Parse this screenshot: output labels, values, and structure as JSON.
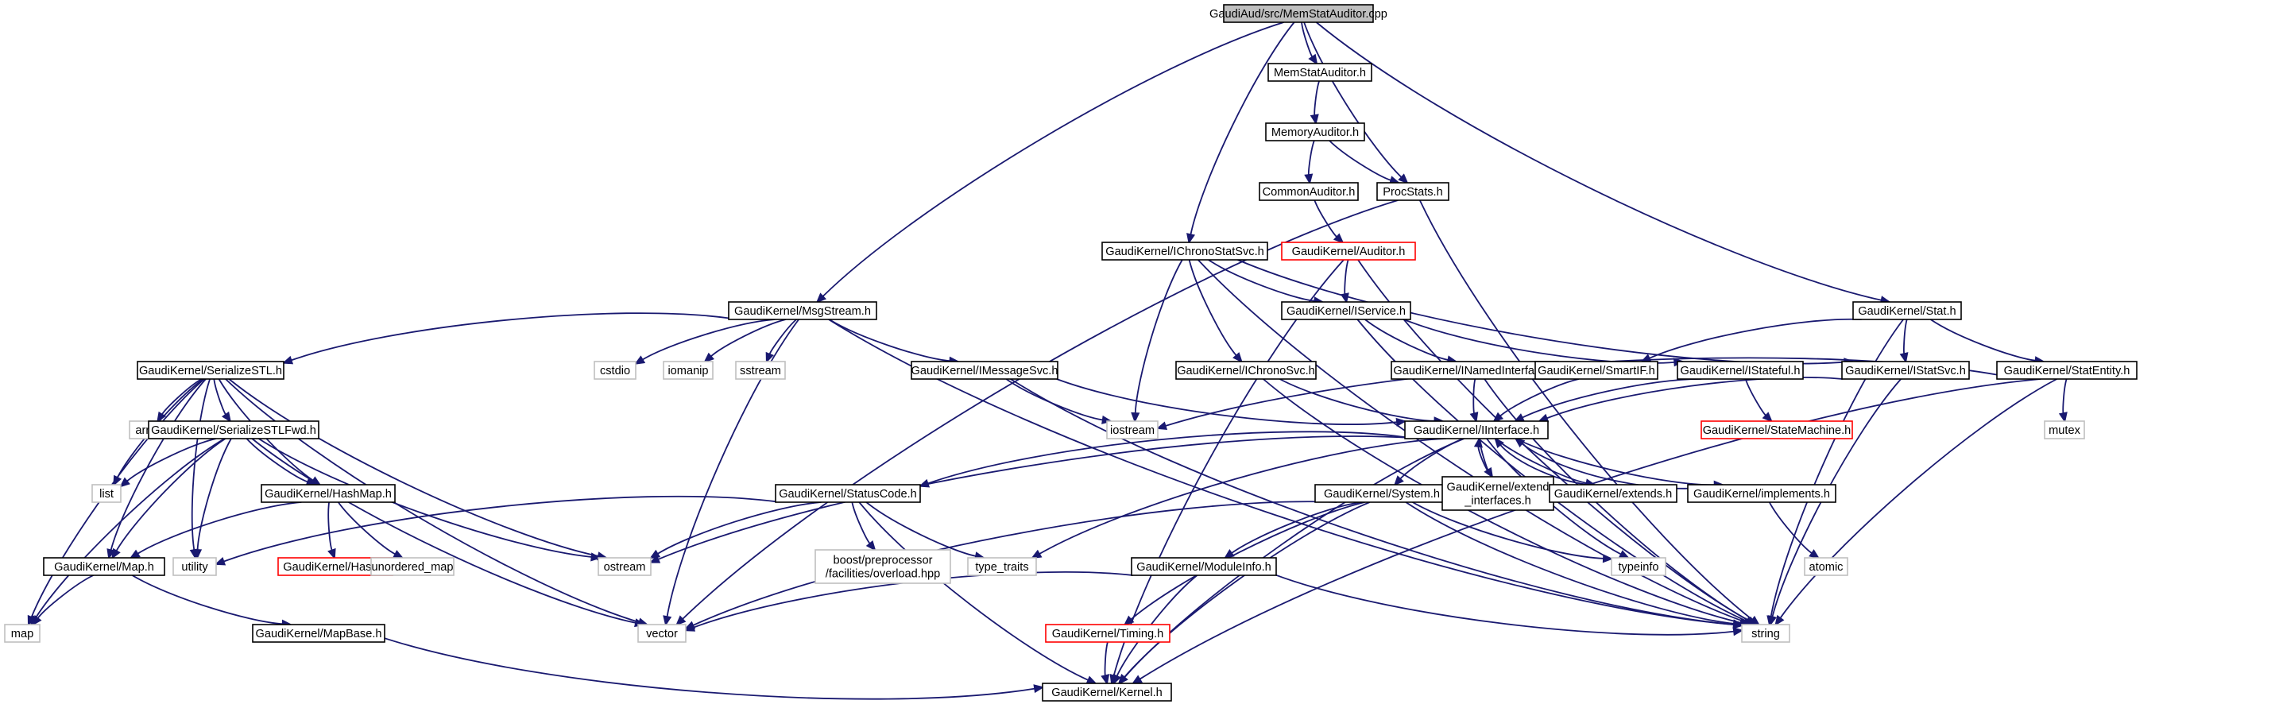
{
  "colors": {
    "edge": "#191970",
    "node_border": "#000000",
    "node_fill": "#ffffff",
    "root_fill": "#bfbfbf",
    "external_border": "#bfbfbf",
    "truncated_border": "#ff0000"
  },
  "diagram": {
    "nodes": [
      {
        "id": "root",
        "label": "GaudiAud/src/MemStatAuditor.cpp",
        "style": "root"
      },
      {
        "id": "memstat",
        "label": "MemStatAuditor.h",
        "style": "normal"
      },
      {
        "id": "memaud",
        "label": "MemoryAuditor.h",
        "style": "normal"
      },
      {
        "id": "commonaud",
        "label": "CommonAuditor.h",
        "style": "normal"
      },
      {
        "id": "procstats",
        "label": "ProcStats.h",
        "style": "normal"
      },
      {
        "id": "auditor",
        "label": "GaudiKernel/Auditor.h",
        "style": "truncated"
      },
      {
        "id": "ichrono",
        "label": "GaudiKernel/IChronoStatSvc.h",
        "style": "normal"
      },
      {
        "id": "msgstream",
        "label": "GaudiKernel/MsgStream.h",
        "style": "normal"
      },
      {
        "id": "stat",
        "label": "GaudiKernel/Stat.h",
        "style": "normal"
      },
      {
        "id": "iservice",
        "label": "GaudiKernel/IService.h",
        "style": "normal"
      },
      {
        "id": "serstl",
        "label": "GaudiKernel/SerializeSTL.h",
        "style": "normal"
      },
      {
        "id": "cstdio",
        "label": "cstdio",
        "style": "external"
      },
      {
        "id": "iomanip",
        "label": "iomanip",
        "style": "external"
      },
      {
        "id": "sstream",
        "label": "sstream",
        "style": "external"
      },
      {
        "id": "imsgsvc",
        "label": "GaudiKernel/IMessageSvc.h",
        "style": "normal"
      },
      {
        "id": "ichronosvc",
        "label": "GaudiKernel/IChronoSvc.h",
        "style": "normal"
      },
      {
        "id": "inamed",
        "label": "GaudiKernel/INamedInterface.h",
        "style": "normal"
      },
      {
        "id": "istateful",
        "label": "GaudiKernel/IStateful.h",
        "style": "normal"
      },
      {
        "id": "istatsvc",
        "label": "GaudiKernel/IStatSvc.h",
        "style": "normal"
      },
      {
        "id": "smartif",
        "label": "GaudiKernel/SmartIF.h",
        "style": "normal"
      },
      {
        "id": "statentity",
        "label": "GaudiKernel/StatEntity.h",
        "style": "normal"
      },
      {
        "id": "array",
        "label": "array",
        "style": "external"
      },
      {
        "id": "serstlfwd",
        "label": "GaudiKernel/SerializeSTLFwd.h",
        "style": "normal"
      },
      {
        "id": "iostream",
        "label": "iostream",
        "style": "external"
      },
      {
        "id": "iinterface",
        "label": "GaudiKernel/IInterface.h",
        "style": "normal"
      },
      {
        "id": "statemachine",
        "label": "GaudiKernel/StateMachine.h",
        "style": "truncated"
      },
      {
        "id": "mutex",
        "label": "mutex",
        "style": "external"
      },
      {
        "id": "list",
        "label": "list",
        "style": "external"
      },
      {
        "id": "hashmap",
        "label": "GaudiKernel/HashMap.h",
        "style": "normal"
      },
      {
        "id": "statuscode",
        "label": "GaudiKernel/StatusCode.h",
        "style": "normal"
      },
      {
        "id": "system",
        "label": "GaudiKernel/System.h",
        "style": "normal"
      },
      {
        "id": "extendif",
        "label": [
          "GaudiKernel/extend",
          "_interfaces.h"
        ],
        "style": "normal"
      },
      {
        "id": "extends",
        "label": "GaudiKernel/extends.h",
        "style": "normal"
      },
      {
        "id": "implements",
        "label": "GaudiKernel/implements.h",
        "style": "normal"
      },
      {
        "id": "utility",
        "label": "utility",
        "style": "external"
      },
      {
        "id": "hash",
        "label": "GaudiKernel/Hash.h",
        "style": "truncated"
      },
      {
        "id": "unordered",
        "label": "unordered_map",
        "style": "external"
      },
      {
        "id": "ostream",
        "label": "ostream",
        "style": "external"
      },
      {
        "id": "boostpp",
        "label": [
          "boost/preprocessor",
          "/facilities/overload.hpp"
        ],
        "style": "external"
      },
      {
        "id": "typetraits",
        "label": "type_traits",
        "style": "external"
      },
      {
        "id": "typeinfo",
        "label": "typeinfo",
        "style": "external"
      },
      {
        "id": "atomic",
        "label": "atomic",
        "style": "external"
      },
      {
        "id": "map_h",
        "label": "GaudiKernel/Map.h",
        "style": "normal"
      },
      {
        "id": "moduleinfo",
        "label": "GaudiKernel/ModuleInfo.h",
        "style": "normal"
      },
      {
        "id": "map",
        "label": "map",
        "style": "external"
      },
      {
        "id": "vector",
        "label": "vector",
        "style": "external"
      },
      {
        "id": "string",
        "label": "string",
        "style": "external"
      },
      {
        "id": "mapbase",
        "label": "GaudiKernel/MapBase.h",
        "style": "normal"
      },
      {
        "id": "timing",
        "label": "GaudiKernel/Timing.h",
        "style": "truncated"
      },
      {
        "id": "kernel",
        "label": "GaudiKernel/Kernel.h",
        "style": "normal"
      }
    ],
    "edges": [
      {
        "from": "root",
        "to": "memstat"
      },
      {
        "from": "root",
        "to": "procstats"
      },
      {
        "from": "root",
        "to": "ichrono"
      },
      {
        "from": "root",
        "to": "msgstream"
      },
      {
        "from": "root",
        "to": "stat"
      },
      {
        "from": "memstat",
        "to": "memaud"
      },
      {
        "from": "memaud",
        "to": "commonaud"
      },
      {
        "from": "memaud",
        "to": "procstats"
      },
      {
        "from": "commonaud",
        "to": "auditor"
      },
      {
        "from": "procstats",
        "to": "vector"
      },
      {
        "from": "procstats",
        "to": "string"
      },
      {
        "from": "auditor",
        "to": "iservice"
      },
      {
        "from": "auditor",
        "to": "kernel"
      },
      {
        "from": "auditor",
        "to": "string"
      },
      {
        "from": "ichrono",
        "to": "iservice"
      },
      {
        "from": "ichrono",
        "to": "ichronosvc"
      },
      {
        "from": "ichrono",
        "to": "istatsvc"
      },
      {
        "from": "ichrono",
        "to": "iostream"
      },
      {
        "from": "ichrono",
        "to": "string"
      },
      {
        "from": "msgstream",
        "to": "serstl"
      },
      {
        "from": "msgstream",
        "to": "cstdio"
      },
      {
        "from": "msgstream",
        "to": "iomanip"
      },
      {
        "from": "msgstream",
        "to": "sstream"
      },
      {
        "from": "msgstream",
        "to": "imsgsvc"
      },
      {
        "from": "msgstream",
        "to": "vector"
      },
      {
        "from": "msgstream",
        "to": "string"
      },
      {
        "from": "stat",
        "to": "smartif"
      },
      {
        "from": "stat",
        "to": "istatsvc"
      },
      {
        "from": "stat",
        "to": "statentity"
      },
      {
        "from": "stat",
        "to": "string"
      },
      {
        "from": "iservice",
        "to": "inamed"
      },
      {
        "from": "iservice",
        "to": "istateful"
      },
      {
        "from": "iservice",
        "to": "string"
      },
      {
        "from": "serstl",
        "to": "array"
      },
      {
        "from": "serstl",
        "to": "serstlfwd"
      },
      {
        "from": "serstl",
        "to": "list"
      },
      {
        "from": "serstl",
        "to": "hashmap"
      },
      {
        "from": "serstl",
        "to": "map_h"
      },
      {
        "from": "serstl",
        "to": "map"
      },
      {
        "from": "serstl",
        "to": "utility"
      },
      {
        "from": "serstl",
        "to": "ostream"
      },
      {
        "from": "serstl",
        "to": "vector"
      },
      {
        "from": "imsgsvc",
        "to": "iinterface"
      },
      {
        "from": "imsgsvc",
        "to": "iostream"
      },
      {
        "from": "imsgsvc",
        "to": "string"
      },
      {
        "from": "ichronosvc",
        "to": "iinterface"
      },
      {
        "from": "ichronosvc",
        "to": "string"
      },
      {
        "from": "inamed",
        "to": "iinterface"
      },
      {
        "from": "inamed",
        "to": "string"
      },
      {
        "from": "istateful",
        "to": "iinterface"
      },
      {
        "from": "istateful",
        "to": "statemachine"
      },
      {
        "from": "istatsvc",
        "to": "iinterface"
      },
      {
        "from": "istatsvc",
        "to": "string"
      },
      {
        "from": "smartif",
        "to": "iinterface"
      },
      {
        "from": "statentity",
        "to": "iostream"
      },
      {
        "from": "statentity",
        "to": "mutex"
      },
      {
        "from": "statentity",
        "to": "string"
      },
      {
        "from": "statentity",
        "to": "kernel"
      },
      {
        "from": "serstlfwd",
        "to": "list"
      },
      {
        "from": "serstlfwd",
        "to": "hashmap"
      },
      {
        "from": "serstlfwd",
        "to": "map_h"
      },
      {
        "from": "serstlfwd",
        "to": "map"
      },
      {
        "from": "serstlfwd",
        "to": "utility"
      },
      {
        "from": "serstlfwd",
        "to": "vector"
      },
      {
        "from": "serstlfwd",
        "to": "ostream"
      },
      {
        "from": "iinterface",
        "to": "statuscode"
      },
      {
        "from": "iinterface",
        "to": "system"
      },
      {
        "from": "iinterface",
        "to": "extendif"
      },
      {
        "from": "iinterface",
        "to": "extends"
      },
      {
        "from": "iinterface",
        "to": "implements"
      },
      {
        "from": "iinterface",
        "to": "ostream"
      },
      {
        "from": "iinterface",
        "to": "typetraits"
      },
      {
        "from": "iinterface",
        "to": "typeinfo"
      },
      {
        "from": "iinterface",
        "to": "kernel"
      },
      {
        "from": "extendif",
        "to": "iinterface"
      },
      {
        "from": "extends",
        "to": "iinterface"
      },
      {
        "from": "implements",
        "to": "iinterface"
      },
      {
        "from": "implements",
        "to": "atomic"
      },
      {
        "from": "hashmap",
        "to": "map_h"
      },
      {
        "from": "hashmap",
        "to": "hash"
      },
      {
        "from": "hashmap",
        "to": "unordered"
      },
      {
        "from": "statuscode",
        "to": "utility"
      },
      {
        "from": "statuscode",
        "to": "ostream"
      },
      {
        "from": "statuscode",
        "to": "boostpp"
      },
      {
        "from": "statuscode",
        "to": "typetraits"
      },
      {
        "from": "statuscode",
        "to": "kernel"
      },
      {
        "from": "system",
        "to": "moduleinfo"
      },
      {
        "from": "system",
        "to": "timing"
      },
      {
        "from": "system",
        "to": "typeinfo"
      },
      {
        "from": "system",
        "to": "vector"
      },
      {
        "from": "system",
        "to": "string"
      },
      {
        "from": "system",
        "to": "kernel"
      },
      {
        "from": "map_h",
        "to": "map"
      },
      {
        "from": "map_h",
        "to": "mapbase"
      },
      {
        "from": "moduleinfo",
        "to": "kernel"
      },
      {
        "from": "moduleinfo",
        "to": "string"
      },
      {
        "from": "moduleinfo",
        "to": "vector"
      },
      {
        "from": "timing",
        "to": "kernel"
      },
      {
        "from": "mapbase",
        "to": "kernel"
      }
    ]
  }
}
